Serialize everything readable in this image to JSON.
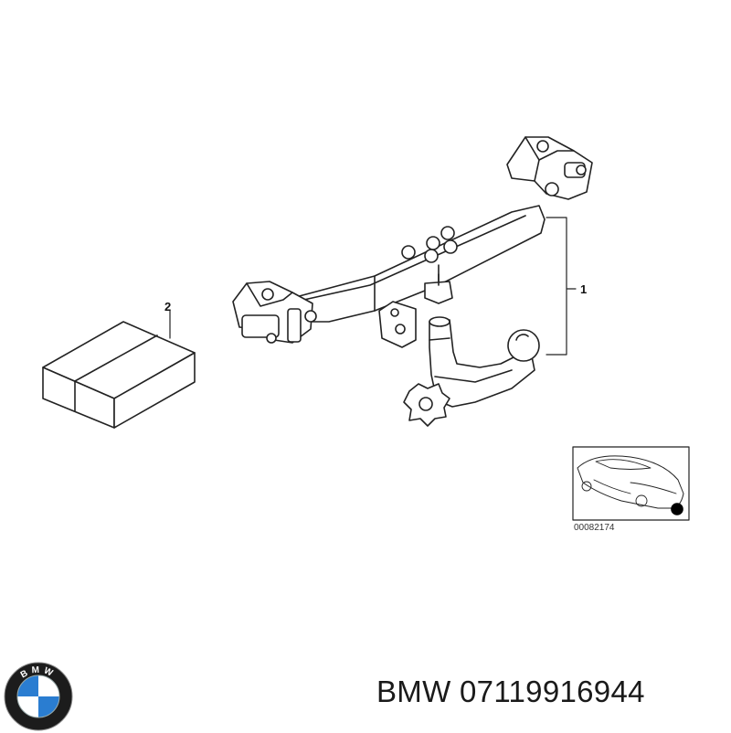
{
  "diagram": {
    "callouts": {
      "part1": "1",
      "part2": "2"
    },
    "reference_code": "00082174"
  },
  "caption": {
    "brand": "BMW",
    "part_number": "07119916944",
    "full_text": "BMW 07119916944"
  },
  "logo": {
    "text": "BMW",
    "colors": {
      "ring": "#1c1c1c",
      "blue": "#2a7dd1",
      "white": "#ffffff"
    }
  },
  "colors": {
    "line": "#222222",
    "background": "#ffffff"
  }
}
